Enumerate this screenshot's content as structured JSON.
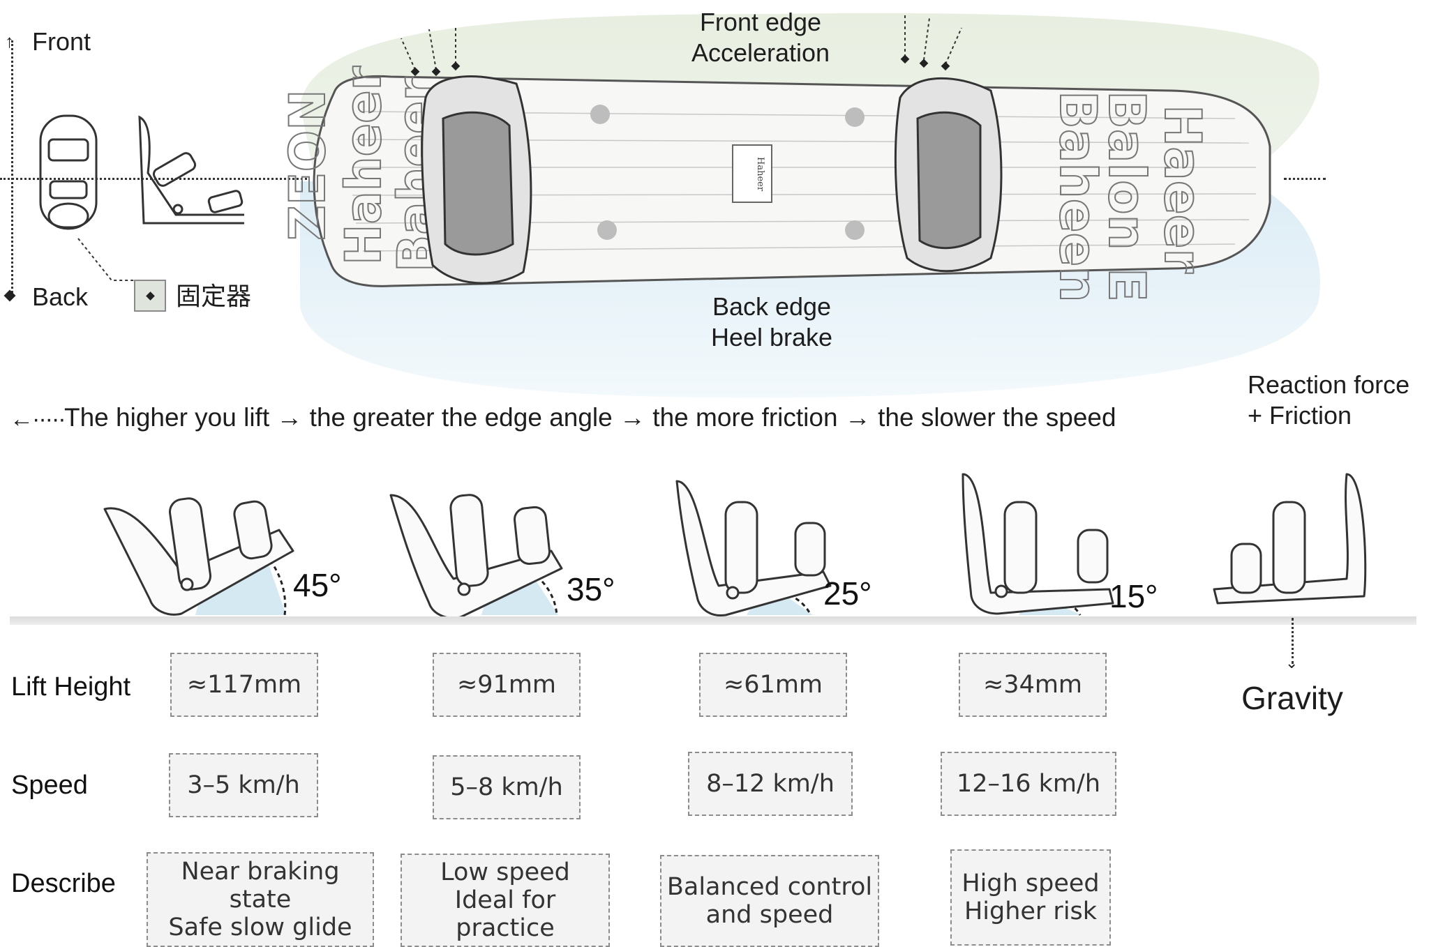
{
  "orientation": {
    "front": "Front",
    "back": "Back",
    "binding_legend": "固定器"
  },
  "board": {
    "front_edge": [
      "Front edge",
      "Acceleration"
    ],
    "back_edge": [
      "Back edge",
      "Heel brake"
    ],
    "graphics_left": [
      "ZEON",
      "Haheer",
      "Baheer"
    ],
    "graphics_right": [
      "Haeer",
      "Balon E",
      "Baheen"
    ],
    "center_logo": "Haheer"
  },
  "flow_statement": "The higher you lift → the greater the edge angle → the more friction → the slower the speed",
  "forces": {
    "reaction": [
      "Reaction force",
      "+ Friction"
    ],
    "gravity": "Gravity"
  },
  "angles": [
    "45°",
    "35°",
    "25°",
    "15°"
  ],
  "table": {
    "row_labels": {
      "lift": "Lift Height",
      "speed": "Speed",
      "describe": "Describe"
    },
    "lift": [
      "≈117mm",
      "≈91mm",
      "≈61mm",
      "≈34mm"
    ],
    "speed": [
      "3–5 km/h",
      "5–8 km/h",
      "8–12 km/h",
      "12–16 km/h"
    ],
    "describe": [
      [
        "Near braking state",
        "Safe slow glide"
      ],
      [
        "Low speed",
        "Ideal for practice"
      ],
      [
        "Balanced control",
        "and speed"
      ],
      [
        "High speed",
        "Higher risk"
      ]
    ]
  },
  "colors": {
    "front_zone": "#e7eedf",
    "back_zone": "#e3f0f7",
    "angle_fill": "#d5e9f3",
    "box_bg": "#f3f3f3"
  }
}
